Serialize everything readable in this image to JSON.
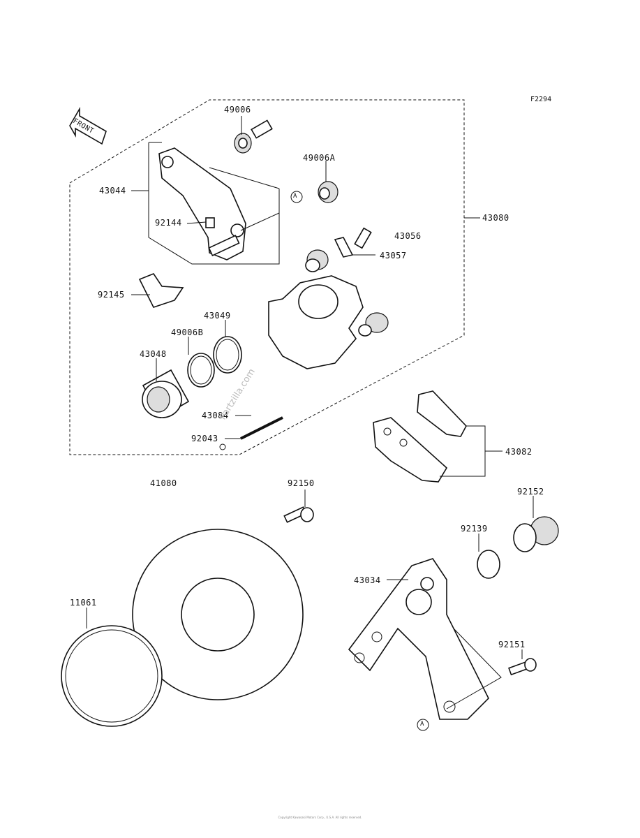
{
  "figure_code": "F2294",
  "front_label": "FRONT",
  "ref_letter": "A",
  "watermark": "Partzilla.com",
  "copyright": "Copyright Kawasaki Motors Corp., U.S.A. All rights reserved.",
  "parts": {
    "p49006": "49006",
    "p49006A": "49006A",
    "p43044": "43044",
    "p92144": "92144",
    "p43080": "43080",
    "p43056": "43056",
    "p43057": "43057",
    "p92145": "92145",
    "p43049": "43049",
    "p49006B": "49006B",
    "p43048": "43048",
    "p43084": "43084",
    "p92043": "92043",
    "p43082": "43082",
    "p41080": "41080",
    "p92150": "92150",
    "p92152": "92152",
    "p92139": "92139",
    "p43034": "43034",
    "p11061": "11061",
    "p92151": "92151"
  }
}
